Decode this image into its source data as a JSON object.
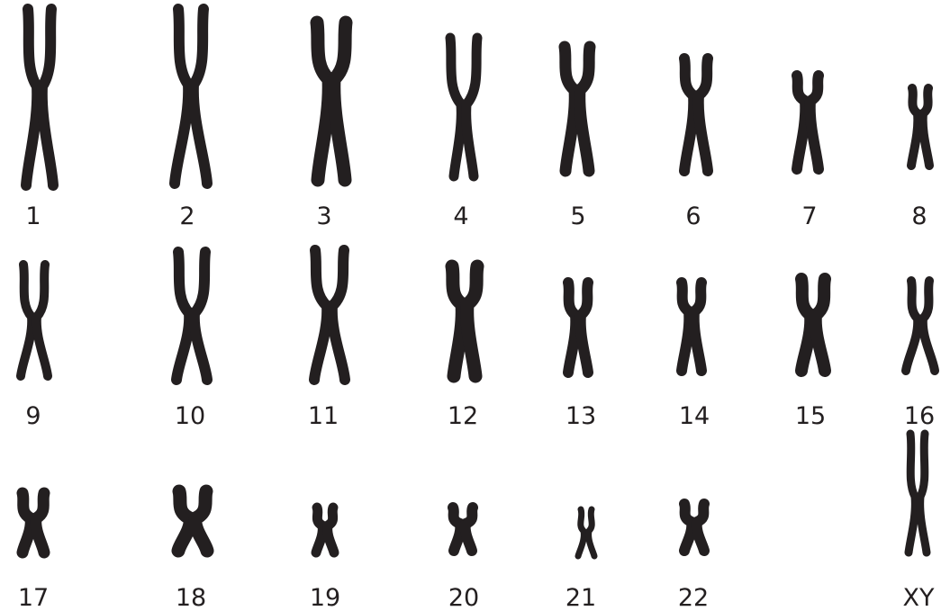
{
  "diagram": {
    "colors": {
      "ink": "#231f20",
      "background": "#ffffff"
    },
    "chromosomes": [
      {
        "label": "1"
      },
      {
        "label": "2"
      },
      {
        "label": "3"
      },
      {
        "label": "4"
      },
      {
        "label": "5"
      },
      {
        "label": "6"
      },
      {
        "label": "7"
      },
      {
        "label": "8"
      },
      {
        "label": "9"
      },
      {
        "label": "10"
      },
      {
        "label": "11"
      },
      {
        "label": "12"
      },
      {
        "label": "13"
      },
      {
        "label": "14"
      },
      {
        "label": "15"
      },
      {
        "label": "16"
      },
      {
        "label": "17"
      },
      {
        "label": "18"
      },
      {
        "label": "19"
      },
      {
        "label": "20"
      },
      {
        "label": "21"
      },
      {
        "label": "22"
      },
      {
        "label": "XY"
      }
    ]
  }
}
